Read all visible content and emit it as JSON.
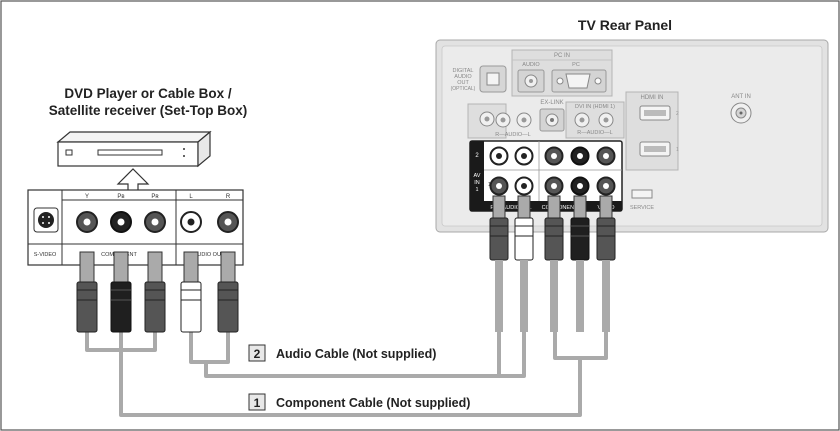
{
  "tv": {
    "title": "TV Rear Panel",
    "labels": {
      "digital_audio": [
        "DIGITAL",
        "AUDIO",
        "OUT",
        "(OPTICAL)"
      ],
      "pc_in": "PC IN",
      "audio": "AUDIO",
      "pc": "PC",
      "hdmi_in": "HDMI IN",
      "ant_in": "ANT IN",
      "ex_link": "EX-LINK",
      "dvi_in": "DVI IN (HDMI 1)",
      "audio_lr_1": "R—AUDIO—L",
      "audio_lr_2": "R—AUDIO—L",
      "av_in": [
        "AV",
        "IN",
        "1"
      ],
      "row2": "2",
      "row1": "1",
      "bottom_audio": "R — AUDIO — L",
      "component_in": "COMPONENT IN",
      "video": "VIDEO",
      "service": "SERVICE"
    }
  },
  "source": {
    "title_line1": "DVD Player or Cable Box /",
    "title_line2": "Satellite receiver (Set-Top Box)",
    "jacks": {
      "y": "Y",
      "pb": "Pʙ",
      "pr": "Pʀ",
      "l": "L",
      "r": "R"
    },
    "sections": {
      "svideo": "S-VIDEO",
      "component": "COMPONENT",
      "audio_out": "AUDIO OUT"
    }
  },
  "cables": [
    {
      "number": "2",
      "label": "Audio Cable (Not supplied)"
    },
    {
      "number": "1",
      "label": "Component Cable (Not supplied)"
    }
  ]
}
